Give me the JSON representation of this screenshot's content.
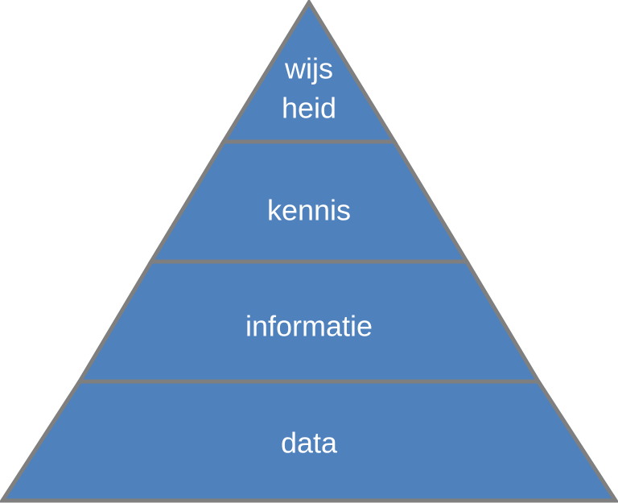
{
  "diagram": {
    "type": "pyramid",
    "fill_color": "#4f81bd",
    "stroke_color": "#7f7f7f",
    "text_color": "#ffffff",
    "tiers": [
      {
        "lines": [
          "wijs",
          "heid"
        ]
      },
      {
        "lines": [
          "kennis"
        ]
      },
      {
        "lines": [
          "informatie"
        ]
      },
      {
        "lines": [
          "data"
        ]
      }
    ]
  }
}
